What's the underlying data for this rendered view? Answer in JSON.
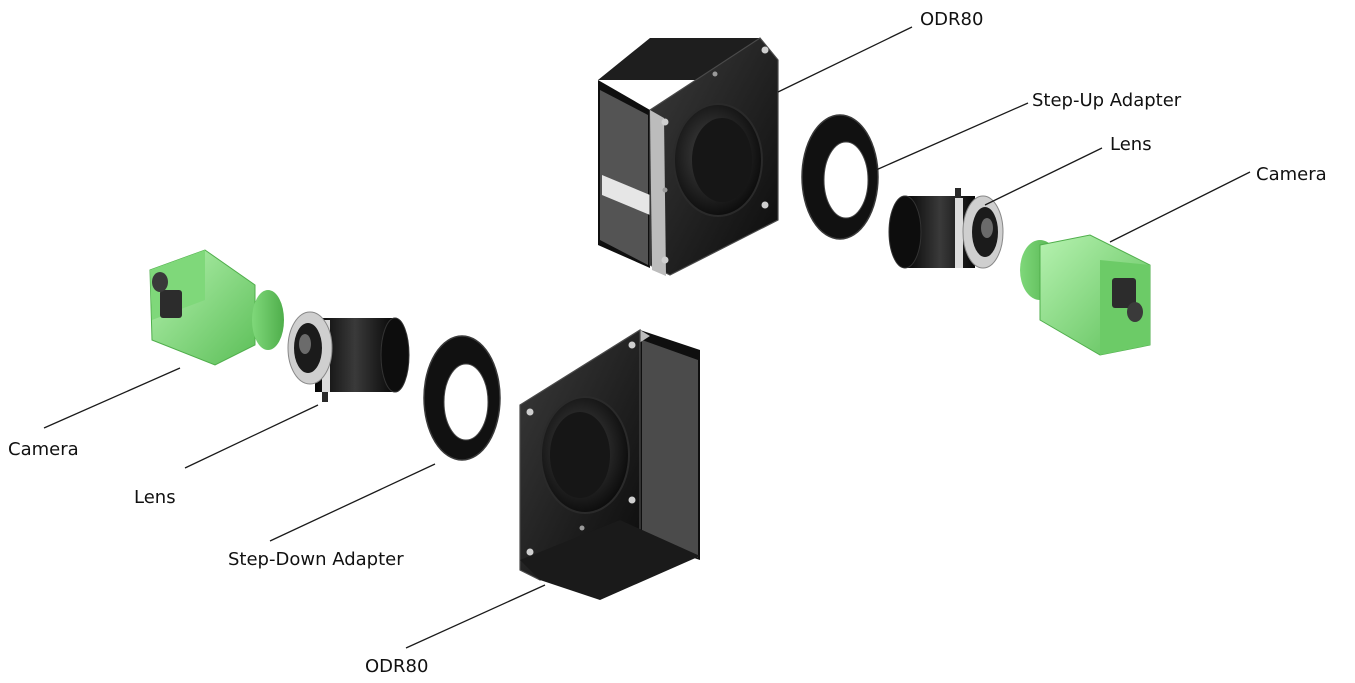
{
  "colors": {
    "background": "#ffffff",
    "housing": "#141414",
    "housing_edge": "#3a3a3a",
    "camera_green": "#8fe38a",
    "camera_green_dark": "#5cbf58",
    "lens_black": "#101010",
    "lens_silver": "#c9c9c9",
    "label_text": "#111111"
  },
  "assembly_top": {
    "housing_label": "ODR80",
    "adapter_label": "Step-Up Adapter",
    "lens_label": "Lens",
    "camera_label": "Camera"
  },
  "assembly_bottom": {
    "camera_label": "Camera",
    "lens_label": "Lens",
    "adapter_label": "Step-Down Adapter",
    "housing_label": "ODR80"
  }
}
